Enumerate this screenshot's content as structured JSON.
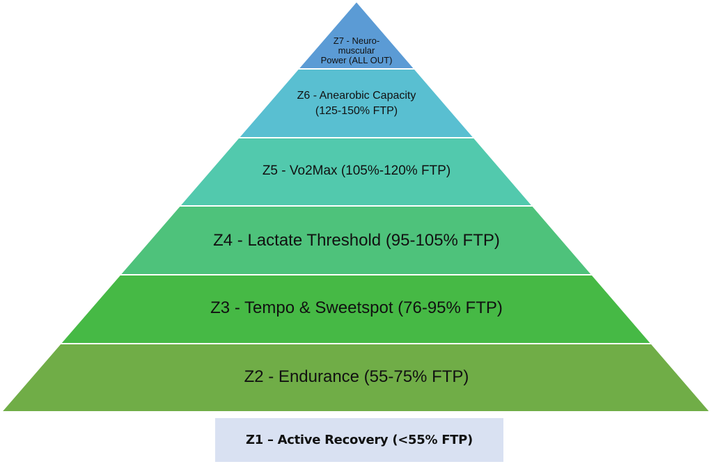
{
  "zones": [
    {
      "id": "z7",
      "label": "Z7 - Neuro-\nmuscular\nPower (ALL OUT)",
      "color": "#5b9bd5"
    },
    {
      "id": "z6",
      "label": "Z6 - Anearobic Capacity\n(125-150% FTP)",
      "color": "#59bfd1"
    },
    {
      "id": "z5",
      "label": "Z5 - Vo2Max (105%-120% FTP)",
      "color": "#52c9ad"
    },
    {
      "id": "z4",
      "label": "Z4 - Lactate Threshold (95-105% FTP)",
      "color": "#4ec27b"
    },
    {
      "id": "z3",
      "label": "Z3 - Tempo & Sweetspot (76-95% FTP)",
      "color": "#46b945"
    },
    {
      "id": "z2",
      "label": "Z2 - Endurance (55-75% FTP)",
      "color": "#70ad47"
    }
  ],
  "base": {
    "label": "Z1 – Active Recovery (<55% FTP)",
    "color": "#d9e1f2"
  },
  "divider_color": "#ffffff"
}
